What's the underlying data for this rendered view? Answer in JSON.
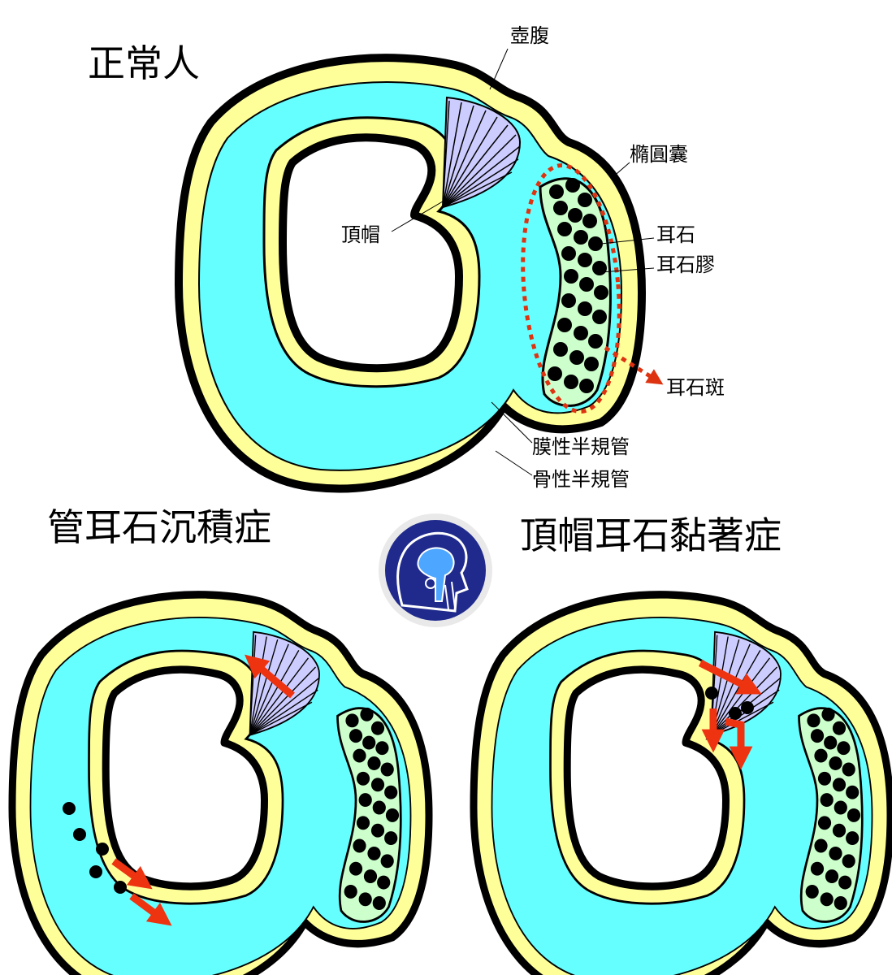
{
  "titles": {
    "normal": "正常人",
    "canalithiasis": "管耳石沉積症",
    "cupulolithiasis": "頂帽耳石黏著症"
  },
  "labels": {
    "ampulla": "壺腹",
    "utricle": "橢圓囊",
    "cupula": "頂帽",
    "otoconia": "耳石",
    "otolithic_membrane": "耳石膠",
    "macula": "耳石斑",
    "membranous_canal": "膜性半規管",
    "bony_canal": "骨性半規管"
  },
  "colors": {
    "endolymph": "#66ffff",
    "bony_wall": "#ffff99",
    "cupula": "#ccccff",
    "otolith_gel": "#ccffcc",
    "otoconia": "#000000",
    "arrow": "#ee3311",
    "outline": "#000000"
  },
  "logo": {
    "icon": "head-labyrinth-logo-icon"
  }
}
